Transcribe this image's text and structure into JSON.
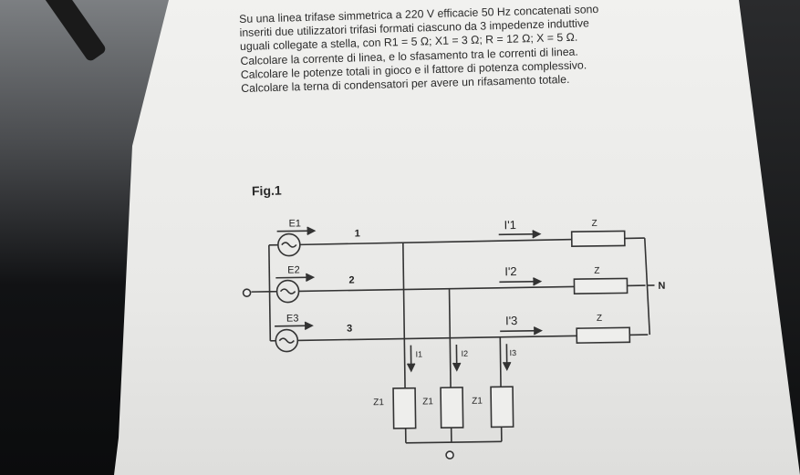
{
  "problem": {
    "lines": [
      "Su una linea trifase simmetrica a 220 V efficacie 50 Hz concatenati sono",
      "inseriti due utilizzatori trifasi formati ciascuno da 3 impedenze induttive",
      "uguali collegate a stella, con R1 = 5 Ω; X1 = 3 Ω; R = 12 Ω; X = 5 Ω.",
      "Calcolare la corrente di linea, e lo sfasamento tra le correnti di linea.",
      "Calcolare le potenze totali in gioco e il fattore di potenza complessivo.",
      "Calcolare la terna di condensatori per avere un rifasamento totale."
    ]
  },
  "figure": {
    "title": "Fig.1",
    "sources": [
      "E1",
      "E2",
      "E3"
    ],
    "line_numbers": [
      "1",
      "2",
      "3"
    ],
    "currents_top": [
      "I'1",
      "I'2",
      "I'3"
    ],
    "currents_bottom": [
      "I1",
      "I2",
      "I3"
    ],
    "impedance_right": "Z",
    "impedance_bottom": "Z1",
    "neutral": "N"
  }
}
